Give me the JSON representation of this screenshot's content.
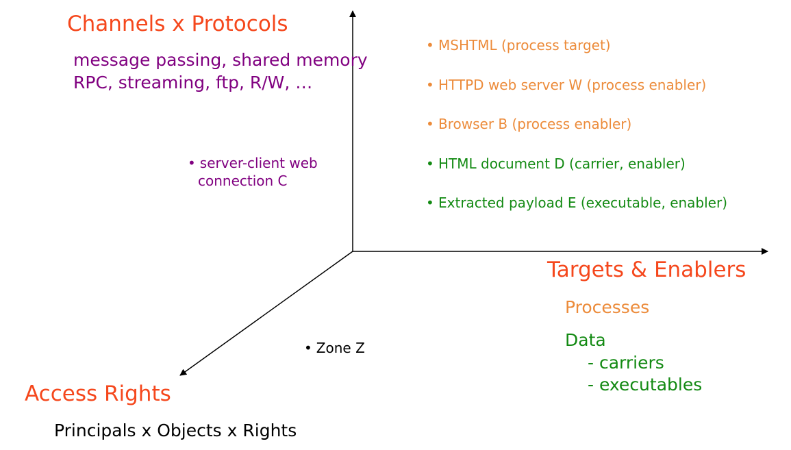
{
  "colors": {
    "heading": "#f5471c",
    "purple": "#800080",
    "orange": "#ec8b3a",
    "green": "#138a13",
    "black": "#000000"
  },
  "channels": {
    "title": "Channels x Protocols",
    "line1": "message passing, shared memory",
    "line2": "RPC, streaming, ftp, R/W, …",
    "point": "server-client web",
    "point_cont": "connection C"
  },
  "items": [
    {
      "label": "MSHTML (process target)",
      "color": "#ec8b3a"
    },
    {
      "label": "HTTPD web server W (process enabler)",
      "color": "#ec8b3a"
    },
    {
      "label": "Browser B (process enabler)",
      "color": "#ec8b3a"
    },
    {
      "label": "HTML document D (carrier, enabler)",
      "color": "#138a13"
    },
    {
      "label": "Extracted payload E (executable, enabler)",
      "color": "#138a13"
    }
  ],
  "targets": {
    "title": "Targets & Enablers",
    "processes": "Processes",
    "data": "Data",
    "carriers": "- carriers",
    "executables": "- executables"
  },
  "access": {
    "title": "Access Rights",
    "subtitle": "Principals x Objects x Rights"
  },
  "zone": {
    "label": "Zone Z"
  }
}
